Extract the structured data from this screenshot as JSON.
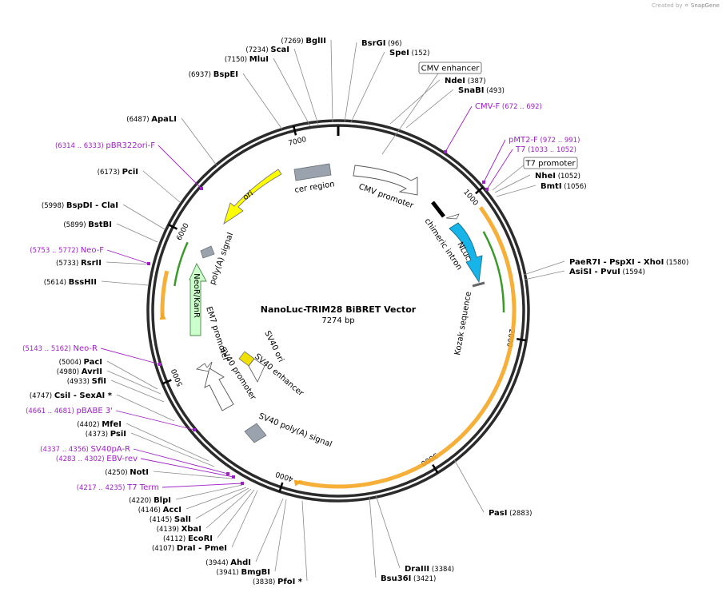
{
  "credit": {
    "prefix": "Created by",
    "brand": "SnapGene"
  },
  "title": "NanoLuc-TRIM28 BiBRET Vector",
  "size_label": "7274 bp",
  "total_bp": 7274,
  "colors": {
    "site": "#000000",
    "primer": "#a020c8",
    "feature_box": "#ffffff",
    "ori": "#ffff00",
    "kan": "#ccffcc",
    "nluc": "#16b4e8",
    "cer": "#9aa3ad",
    "polyA": "#9aa3ad",
    "sv40ori": "#f0e000",
    "orf": "#f5a623",
    "green": "#3a9a28"
  },
  "ticks": [
    {
      "label": "1000"
    },
    {
      "label": "2000"
    },
    {
      "label": "3000"
    },
    {
      "label": "4000"
    },
    {
      "label": "5000"
    },
    {
      "label": "6000"
    },
    {
      "label": "7000"
    }
  ],
  "sites": [
    {
      "id": "bglII",
      "name": "BglII",
      "pos": "(7269)"
    },
    {
      "id": "scaI",
      "name": "ScaI",
      "pos": "(7234)"
    },
    {
      "id": "mluI",
      "name": "MluI",
      "pos": "(7150)"
    },
    {
      "id": "bspEI",
      "name": "BspEI",
      "pos": "(6937)"
    },
    {
      "id": "apaLI",
      "name": "ApaLI",
      "pos": "(6487)"
    },
    {
      "id": "pciI",
      "name": "PciI",
      "pos": "(6173)"
    },
    {
      "id": "bspDI",
      "name": "BspDI - ClaI",
      "pos": "(5998)"
    },
    {
      "id": "bstBI",
      "name": "BstBI",
      "pos": "(5899)"
    },
    {
      "id": "rsrII",
      "name": "RsrII",
      "pos": "(5733)"
    },
    {
      "id": "bssHII",
      "name": "BssHII",
      "pos": "(5614)"
    },
    {
      "id": "pacI",
      "name": "PacI",
      "pos": "(5004)"
    },
    {
      "id": "avrII",
      "name": "AvrII",
      "pos": "(4980)"
    },
    {
      "id": "sfiI",
      "name": "SfiI",
      "pos": "(4933)"
    },
    {
      "id": "csiI",
      "name": "CsiI - SexAI *",
      "pos": "(4747)"
    },
    {
      "id": "mfeI",
      "name": "MfeI",
      "pos": "(4402)"
    },
    {
      "id": "psiI",
      "name": "PsiI",
      "pos": "(4373)"
    },
    {
      "id": "notI",
      "name": "NotI",
      "pos": "(4250)"
    },
    {
      "id": "blpI",
      "name": "BlpI",
      "pos": "(4220)"
    },
    {
      "id": "accI",
      "name": "AccI",
      "pos": "(4146)"
    },
    {
      "id": "salI",
      "name": "SalI",
      "pos": "(4145)"
    },
    {
      "id": "xbaI",
      "name": "XbaI",
      "pos": "(4139)"
    },
    {
      "id": "ecoRI",
      "name": "EcoRI",
      "pos": "(4112)"
    },
    {
      "id": "draI",
      "name": "DraI - PmeI",
      "pos": "(4107)"
    },
    {
      "id": "ahdI",
      "name": "AhdI",
      "pos": "(3944)"
    },
    {
      "id": "bmgBI",
      "name": "BmgBI",
      "pos": "(3941)"
    },
    {
      "id": "pfoI",
      "name": "PfoI *",
      "pos": "(3838)"
    },
    {
      "id": "bsrGI",
      "name": "BsrGI",
      "pos": "(96)"
    },
    {
      "id": "speI",
      "name": "SpeI",
      "pos": "(152)"
    },
    {
      "id": "ndeI",
      "name": "NdeI",
      "pos": "(387)"
    },
    {
      "id": "snaBI",
      "name": "SnaBI",
      "pos": "(493)"
    },
    {
      "id": "nheI",
      "name": "NheI",
      "pos": "(1052)"
    },
    {
      "id": "bmtI",
      "name": "BmtI",
      "pos": "(1056)"
    },
    {
      "id": "paeR7I",
      "name": "PaeR7I - PspXI - XhoI",
      "pos": "(1580)"
    },
    {
      "id": "asiSI",
      "name": "AsiSI - PvuI",
      "pos": "(1594)"
    },
    {
      "id": "pasI",
      "name": "PasI",
      "pos": "(2883)"
    },
    {
      "id": "draIII",
      "name": "DraIII",
      "pos": "(3384)"
    },
    {
      "id": "bsu36I",
      "name": "Bsu36I",
      "pos": "(3421)"
    }
  ],
  "primers": [
    {
      "id": "cmvF",
      "name": "CMV-F",
      "pos": "(672 .. 692)"
    },
    {
      "id": "pmt2F",
      "name": "pMT2-F",
      "pos": "(972 .. 991)"
    },
    {
      "id": "t7",
      "name": "T7",
      "pos": "(1033 .. 1052)"
    },
    {
      "id": "pbr322",
      "name": "pBR322ori-F",
      "pos": "(6314 .. 6333)"
    },
    {
      "id": "neoF",
      "name": "Neo-F",
      "pos": "(5753 .. 5772)"
    },
    {
      "id": "neoR",
      "name": "Neo-R",
      "pos": "(5143 .. 5162)"
    },
    {
      "id": "pbabe",
      "name": "pBABE 3'",
      "pos": "(4661 .. 4681)"
    },
    {
      "id": "sv40paR",
      "name": "SV40pA-R",
      "pos": "(4337 .. 4356)"
    },
    {
      "id": "ebvRev",
      "name": "EBV-rev",
      "pos": "(4283 .. 4302)"
    },
    {
      "id": "t7term",
      "name": "T7 Term",
      "pos": "(4217 .. 4235)"
    }
  ],
  "boxed_labels": [
    {
      "id": "cmvEnh",
      "name": "CMV enhancer"
    },
    {
      "id": "t7prom",
      "name": "T7 promoter"
    }
  ],
  "features": [
    {
      "id": "cerRegion",
      "name": "cer region"
    },
    {
      "id": "cmvPromoter",
      "name": "CMV promoter"
    },
    {
      "id": "chimericIntron",
      "name": "chimeric intron"
    },
    {
      "id": "nluc",
      "name": "NLuc"
    },
    {
      "id": "kozak",
      "name": "Kozak sequence"
    },
    {
      "id": "ori",
      "name": "ori"
    },
    {
      "id": "polyA1",
      "name": "poly(A) signal"
    },
    {
      "id": "neoKan",
      "name": "NeoR/KanR"
    },
    {
      "id": "em7",
      "name": "EM7 promoter"
    },
    {
      "id": "sv40prom",
      "name": "SV40 promoter"
    },
    {
      "id": "sv40ori",
      "name": "SV40 ori"
    },
    {
      "id": "sv40enh",
      "name": "SV40 enhancer"
    },
    {
      "id": "sv40polyA",
      "name": "SV40 poly(A) signal"
    }
  ]
}
